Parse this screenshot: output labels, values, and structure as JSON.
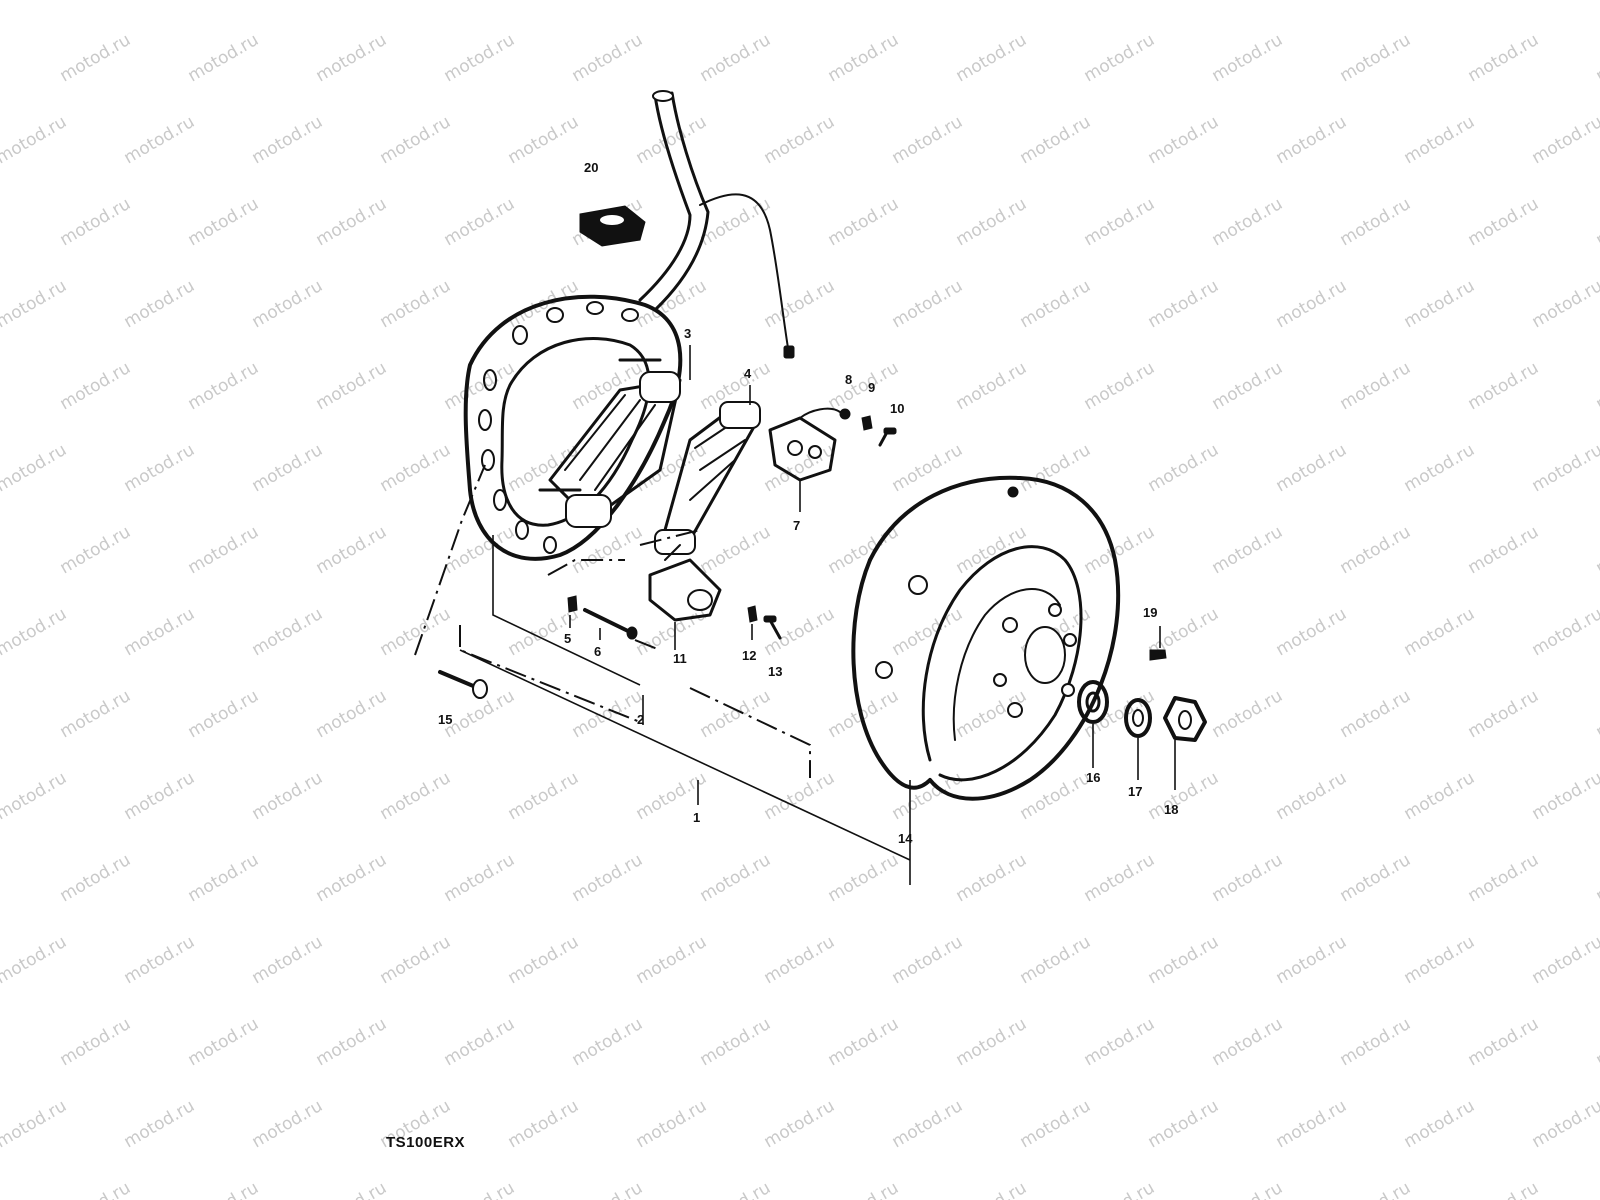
{
  "watermark": {
    "text": "motod.ru",
    "color": "#c9c9c9"
  },
  "model_code": "TS100ERX",
  "parts": {
    "p1": "1",
    "p2": "2",
    "p3": "3",
    "p4": "4",
    "p5": "5",
    "p6": "6",
    "p7": "7",
    "p8": "8",
    "p9": "9",
    "p10": "10",
    "p11": "11",
    "p12": "12",
    "p13": "13",
    "p14": "14",
    "p15": "15",
    "p16": "16",
    "p17": "17",
    "p18": "18",
    "p19": "19",
    "p20": "20"
  }
}
